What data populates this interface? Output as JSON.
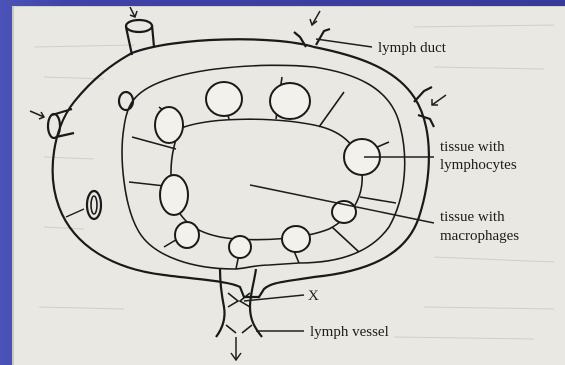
{
  "diagram": {
    "labels": {
      "lymph_duct": "lymph duct",
      "tissue_lymphocytes_line1": "tissue with",
      "tissue_lymphocytes_line2": "lymphocytes",
      "tissue_macrophages_line1": "tissue with",
      "tissue_macrophages_line2": "macrophages",
      "x_marker": "X",
      "lymph_vessel": "lymph vessel"
    },
    "colors": {
      "slide_background": "#3d3f9e",
      "paper": "#e9e8e2",
      "ink": "#1a1a1a"
    }
  }
}
